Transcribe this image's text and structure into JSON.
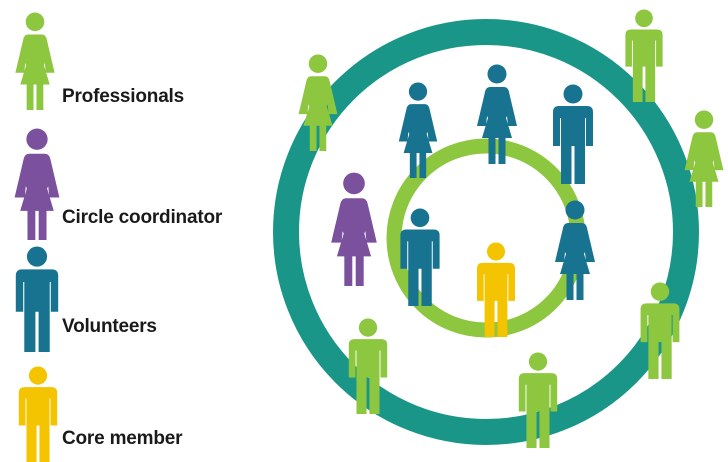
{
  "colors": {
    "professionals": "#8dc63f",
    "circle_coordinator": "#7b519d",
    "volunteers": "#17738f",
    "core_member": "#f4c400",
    "outer_ring": "#1a9688",
    "inner_ring": "#8dc63f"
  },
  "legend": [
    {
      "key": "professionals",
      "label": "Professionals",
      "icon": "female-figure-icon"
    },
    {
      "key": "circle_coordinator",
      "label": "Circle coordinator",
      "icon": "female-figure-icon"
    },
    {
      "key": "volunteers",
      "label": "Volunteers",
      "icon": "male-figure-icon"
    },
    {
      "key": "core_member",
      "label": "Core member",
      "icon": "male-figure-icon"
    }
  ]
}
